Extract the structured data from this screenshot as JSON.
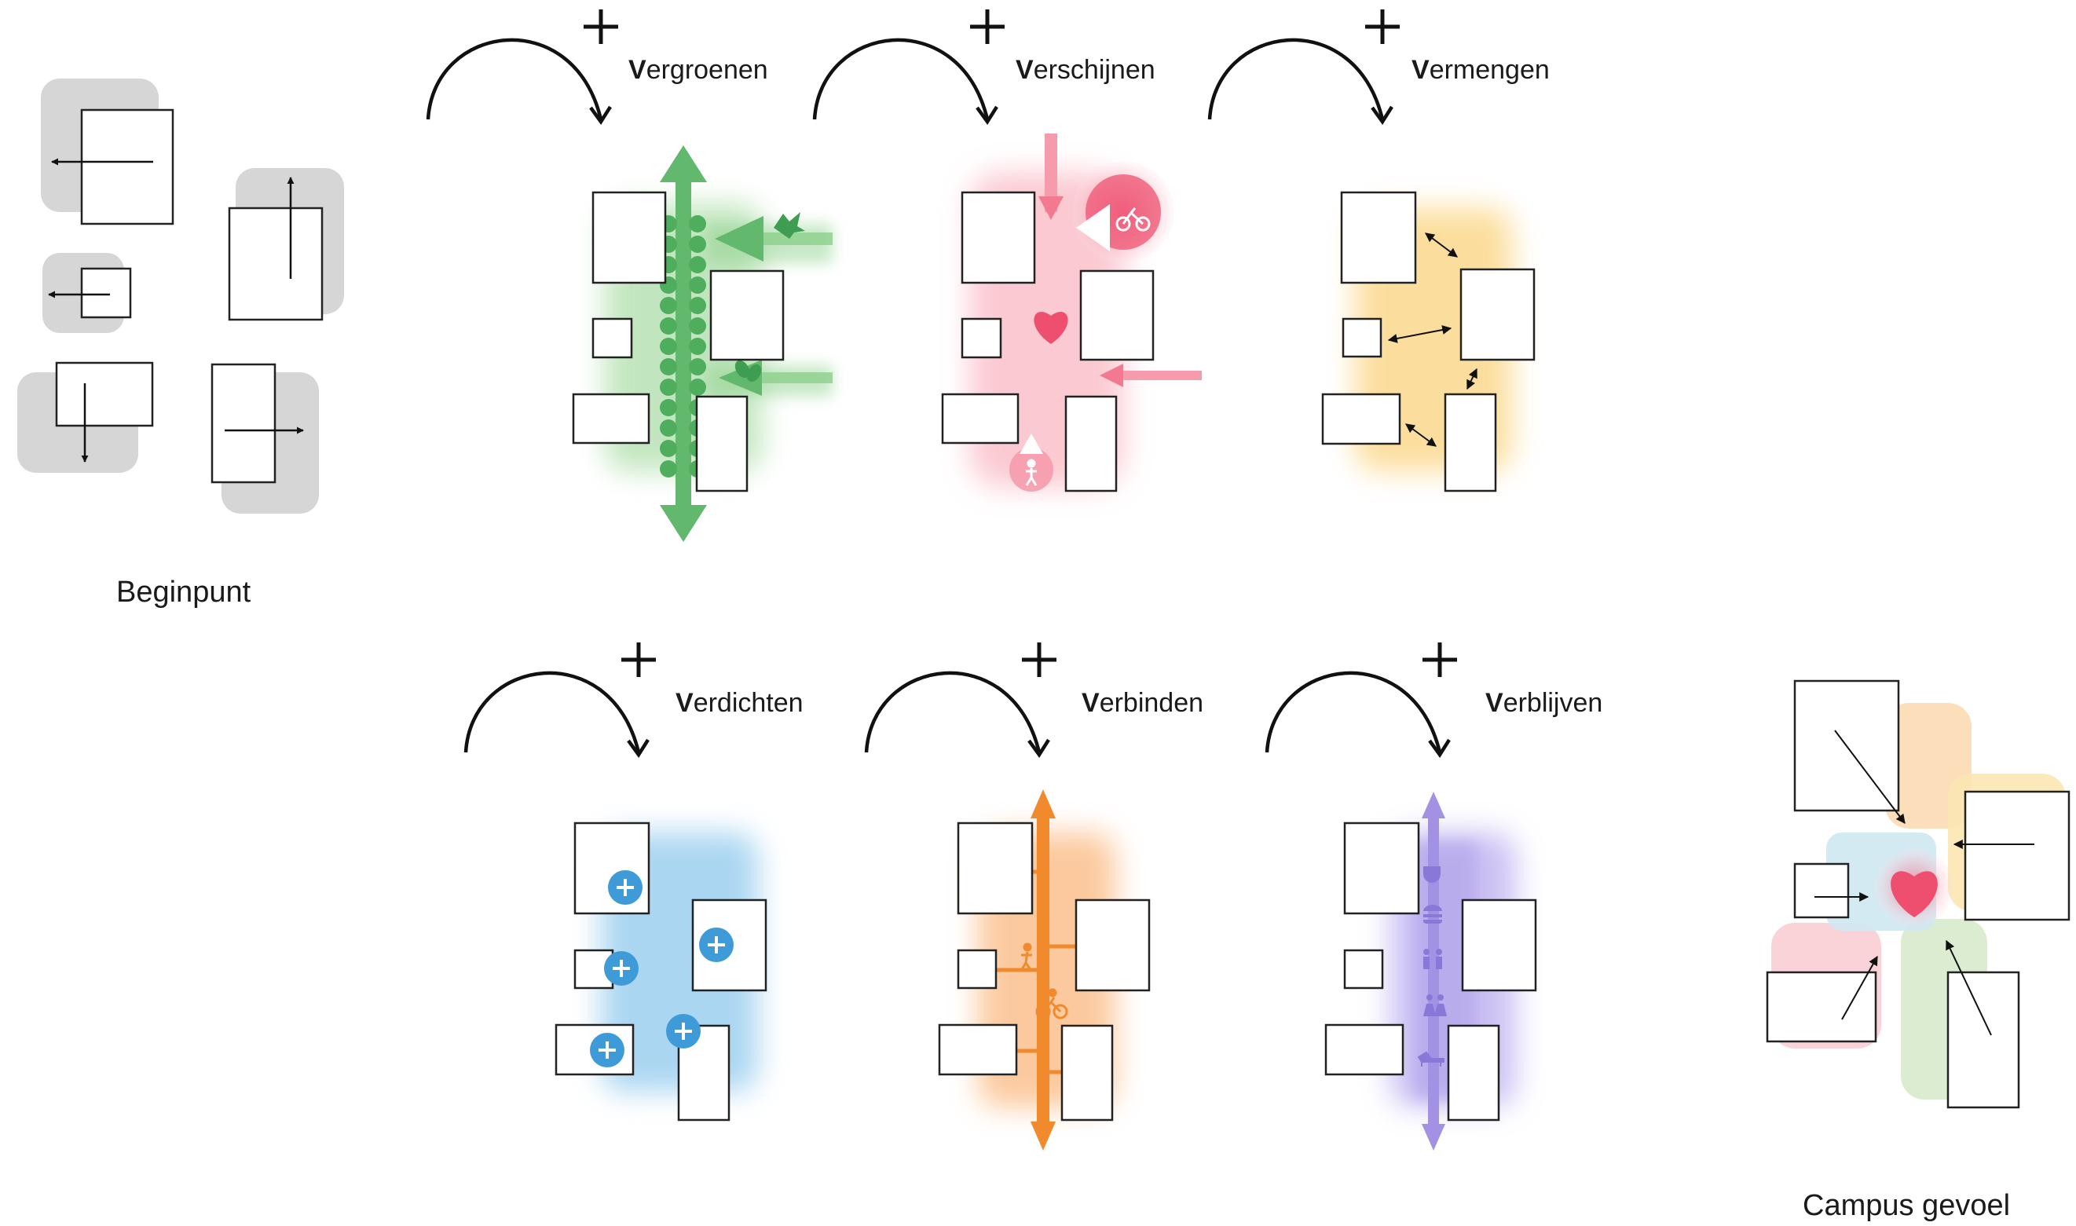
{
  "start_label": "Beginpunt",
  "end_label": "Campus gevoel",
  "steps": [
    {
      "initial": "V",
      "rest": "ergroenen",
      "color": "#5fb96b"
    },
    {
      "initial": "V",
      "rest": "erschijnen",
      "color": "#f2798f"
    },
    {
      "initial": "V",
      "rest": "ermengen",
      "color": "#f7c45c"
    },
    {
      "initial": "V",
      "rest": "erdichten",
      "color": "#3f9ad8"
    },
    {
      "initial": "V",
      "rest": "erbinden",
      "color": "#f08a2c"
    },
    {
      "initial": "V",
      "rest": "erblijven",
      "color": "#9d8ae0"
    }
  ],
  "icons": {
    "plus": "plus-icon",
    "arc": "curved-arrow-icon",
    "tree": "tree-icon",
    "bird": "bird-icon",
    "butterfly": "butterfly-icon",
    "heart": "heart-icon",
    "bicycle": "bicycle-icon",
    "pedestrian": "pedestrian-icon",
    "add": "plus-circle-icon",
    "cup": "coffee-cup-icon",
    "food": "burger-icon",
    "people": "people-icon",
    "lounger": "lounger-icon"
  }
}
